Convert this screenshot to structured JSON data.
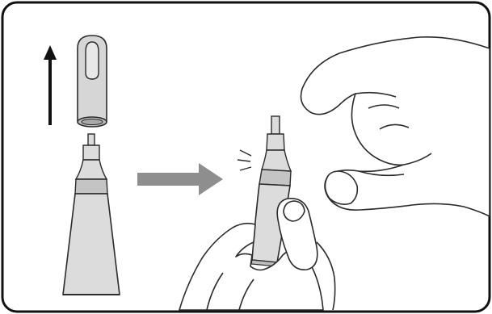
{
  "illustration": {
    "panel": {
      "border_color": "#111111",
      "background": "#ffffff"
    },
    "colors": {
      "outline": "#2b2b2b",
      "tube_fill": "#dcdcdc",
      "tube_shade": "#c4c4c4",
      "cap_fill": "#d6d6d6",
      "cap_rim": "#bdbdbd",
      "skin": "#ffffff",
      "up_arrow": "#111111",
      "right_arrow": "#8e8e8e"
    },
    "steps": [
      {
        "id": "remove-cap",
        "icon": "up-arrow-icon"
      },
      {
        "id": "move-to-hands",
        "icon": "right-arrow-icon"
      },
      {
        "id": "tap-tube",
        "icon": "tap-marks-icon"
      }
    ]
  }
}
